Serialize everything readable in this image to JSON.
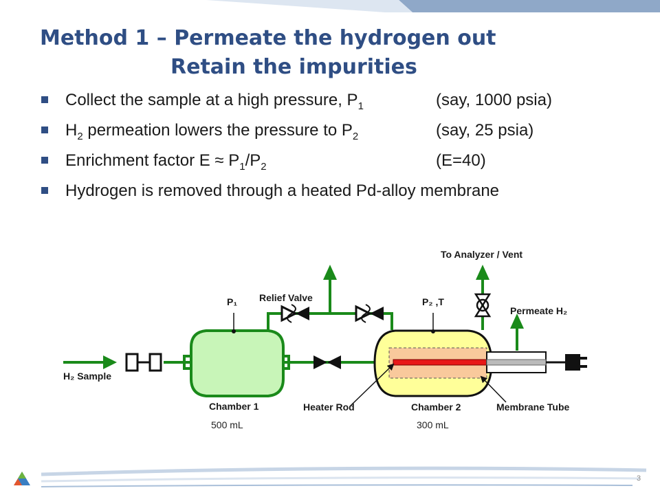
{
  "title": {
    "line1": "Method 1 –  Permeate the hydrogen out",
    "line2": "Retain the impurities"
  },
  "bullets": [
    {
      "pre": "Collect the sample at a high pressure, P",
      "sub": "1",
      "post": "",
      "note": "(say, 1000 psia)"
    },
    {
      "pre": "H",
      "sub": "2",
      "post": " permeation lowers the pressure to P",
      "sub2": "2",
      "note": "(say, 25 psia)"
    },
    {
      "pre": "Enrichment factor E ≈ P",
      "sub": "1",
      "post": "/P",
      "sub2": "2",
      "note": "(E=40)"
    },
    {
      "pre": "Hydrogen is removed through a heated Pd-alloy membrane",
      "sub": "",
      "post": "",
      "note": ""
    }
  ],
  "diagram": {
    "h2_sample": "H₂ Sample",
    "p1": "P₁",
    "relief_valve": "Relief Valve",
    "p2t": "P₂ ,T",
    "to_analyzer": "To Analyzer / Vent",
    "permeate": "Permeate H₂",
    "chamber1": "Chamber 1",
    "chamber2": "Chamber 2",
    "heater_rod": "Heater Rod",
    "membrane_tube": "Membrane Tube",
    "vol1": "500 mL",
    "vol2": "300 mL"
  },
  "colors": {
    "title": "#2f4e84",
    "pipe": "#1a8a1a",
    "chamber1_fill": "#c8f5b8",
    "chamber2_fill": "#ffff99",
    "membrane_fill": "#f9c99c",
    "heater": "#e81818",
    "header_band": "#a9bfd9"
  },
  "page_number": "3"
}
